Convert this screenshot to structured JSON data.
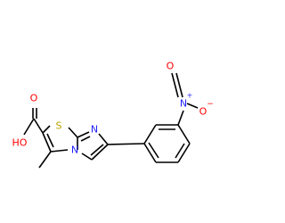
{
  "molecule": {
    "atoms": {
      "s1": "S",
      "n_ring": "N",
      "n_bridge": "N",
      "o_hydroxyl": "HO",
      "o_carbonyl": "O",
      "n_nitro": "N",
      "n_nitro_charge": "+",
      "o_nitro_top": "O",
      "o_nitro_right": "O",
      "o_nitro_charge": "−"
    },
    "colors": {
      "bond": "#000000",
      "sulfur": "#b8a000",
      "nitrogen": "#2020ff",
      "oxygen": "#ff0000"
    }
  }
}
